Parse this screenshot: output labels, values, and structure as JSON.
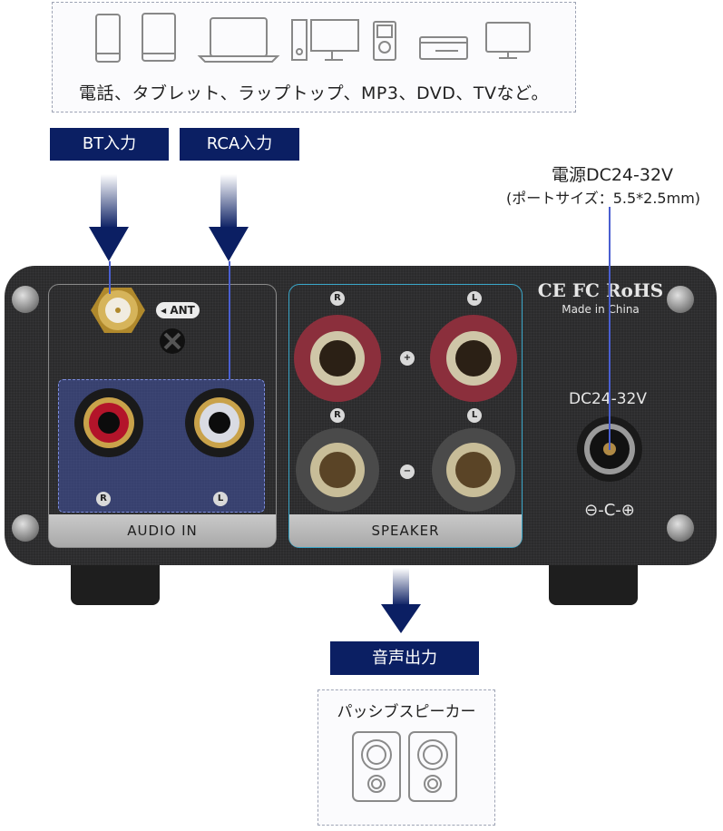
{
  "devices": {
    "icons": [
      "smartphone-icon",
      "tablet-icon",
      "laptop-icon",
      "desktop-pc-icon",
      "mp3-player-icon",
      "dvd-player-icon",
      "tv-icon"
    ],
    "caption": "電話、タブレット、ラップトップ、MP3、DVD、TVなど。"
  },
  "inputs": {
    "bt_label": "BT入力",
    "rca_label": "RCA入力"
  },
  "power": {
    "title": "電源DC24-32V",
    "port_size": "(ポートサイズ：5.5*2.5mm)"
  },
  "amplifier": {
    "ant_label": "ANT",
    "audio_in_label": "AUDIO IN",
    "rca_left": "L",
    "rca_right": "R",
    "speaker_label": "SPEAKER",
    "speaker_top_r": "R",
    "speaker_top_l": "L",
    "speaker_bot_r": "R",
    "speaker_bot_l": "L",
    "plus": "+",
    "minus": "−",
    "cert_marks": "CE FC RoHS",
    "made_in": "Made in China",
    "dc_label": "DC24-32V",
    "polarity": "⊖-C-⊕"
  },
  "output": {
    "label": "音声出力",
    "speaker_title": "パッシブスピーカー"
  },
  "colors": {
    "navy": "#0b1f63",
    "speaker_panel_border": "#3aa7c9",
    "rca_red": "#b3142a",
    "gold": "#c9a24a"
  }
}
